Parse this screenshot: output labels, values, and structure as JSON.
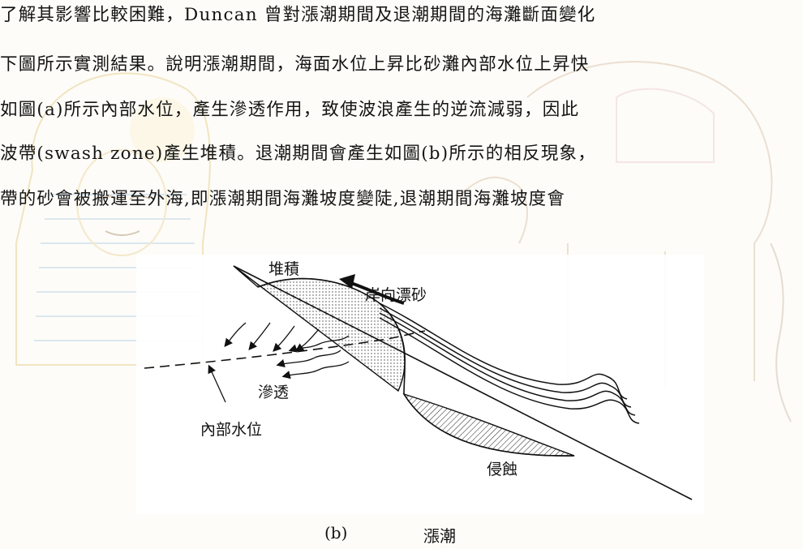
{
  "paragraph": {
    "lines": [
      "了解其影響比較困難，Duncan 曾對漲潮期間及退潮期間的海灘斷面變化",
      "下圖所示實測結果。說明漲潮期間，海面水位上昇比砂灘內部水位上昇快",
      "如圖(a)所示內部水位，產生滲透作用，致使波浪產生的逆流減弱，因此",
      "波帶(swash zone)產生堆積。退潮期間會產生如圖(b)所示的相反現象，",
      "帶的砂會被搬運至外海,即漲潮期間海灘坡度變陡,退潮期間海灘坡度會"
    ]
  },
  "figure": {
    "labels": {
      "deposition": "堆積",
      "onshore_transport": "岸向漂砂",
      "seepage": "滲透",
      "internal_water_level": "內部水位",
      "erosion": "侵蝕"
    },
    "caption": {
      "panel": "(b)",
      "title": "漲潮"
    }
  },
  "colors": {
    "ink": "#111111",
    "watermark_gold": "#e8c97a",
    "watermark_blue": "#a9c4dc",
    "watermark_pink": "#e7b7c8"
  }
}
